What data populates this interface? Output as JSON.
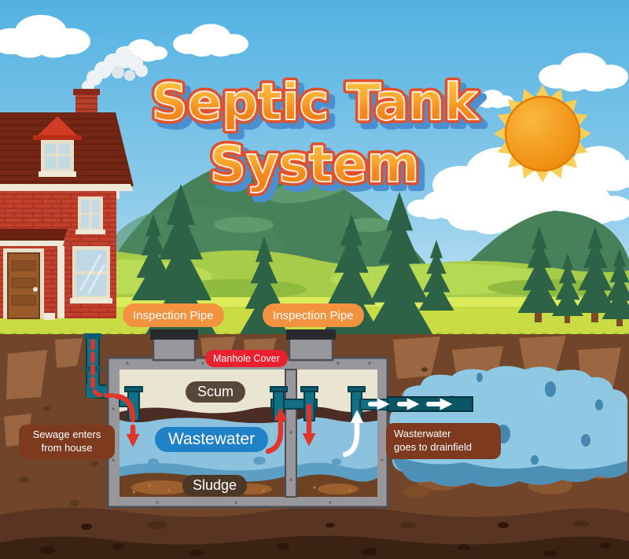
{
  "title": {
    "line1": "Septic Tank",
    "line2": "System"
  },
  "labels": {
    "inspection_pipe_left": "Inspection Pipe",
    "inspection_pipe_right": "Inspection Pipe",
    "manhole_cover": "Manhole Cover",
    "scum": "Scum",
    "wastewater": "Wastewater",
    "sludge": "Sludge"
  },
  "notes": {
    "sewage": {
      "line1": "Sewage enters",
      "line2": "from house"
    },
    "drainfield": {
      "line1": "Wasterwater",
      "line2": "goes to drainfield"
    }
  },
  "colors": {
    "sky_top": "#53B2E2",
    "sky_bottom": "#D8EEF8",
    "title_fill_top": "#FFCB45",
    "title_fill_bottom": "#EF7A12",
    "title_outline": "#E0512B",
    "title_shadow": "#4B8FD1",
    "label_orange": "#F3923F",
    "label_red": "#E9202D",
    "label_blue": "#1F82C6",
    "label_taupe": "#57463A",
    "label_dark_brown": "#4C3827",
    "note_brown": "#7D3A1E",
    "pipe_teal": "#117084",
    "drain_pipe": "#0B5666",
    "arrow_red": "#E0352B",
    "arrow_white": "#FFFFFF",
    "tank_gray": "#98989C",
    "tank_interior": "#EAE4D3",
    "scum_layer": "#4C2D26",
    "water": "#8CC2DD",
    "water_dark": "#5C9EC4",
    "sludge_brown": "#6D4124",
    "grass": "#CADC44",
    "soil": "#70452A",
    "soil_dark": "#3C2212",
    "mountain_green": "#46815A",
    "hill_green": "#A6CC49",
    "tree_green": "#2D6247",
    "drainfield_blue": "#8FC8E2",
    "sun_orange": "#EE8207",
    "sun_rays": "#F6CE58",
    "house_brick": "#C2402E",
    "house_roof": "#742615"
  }
}
